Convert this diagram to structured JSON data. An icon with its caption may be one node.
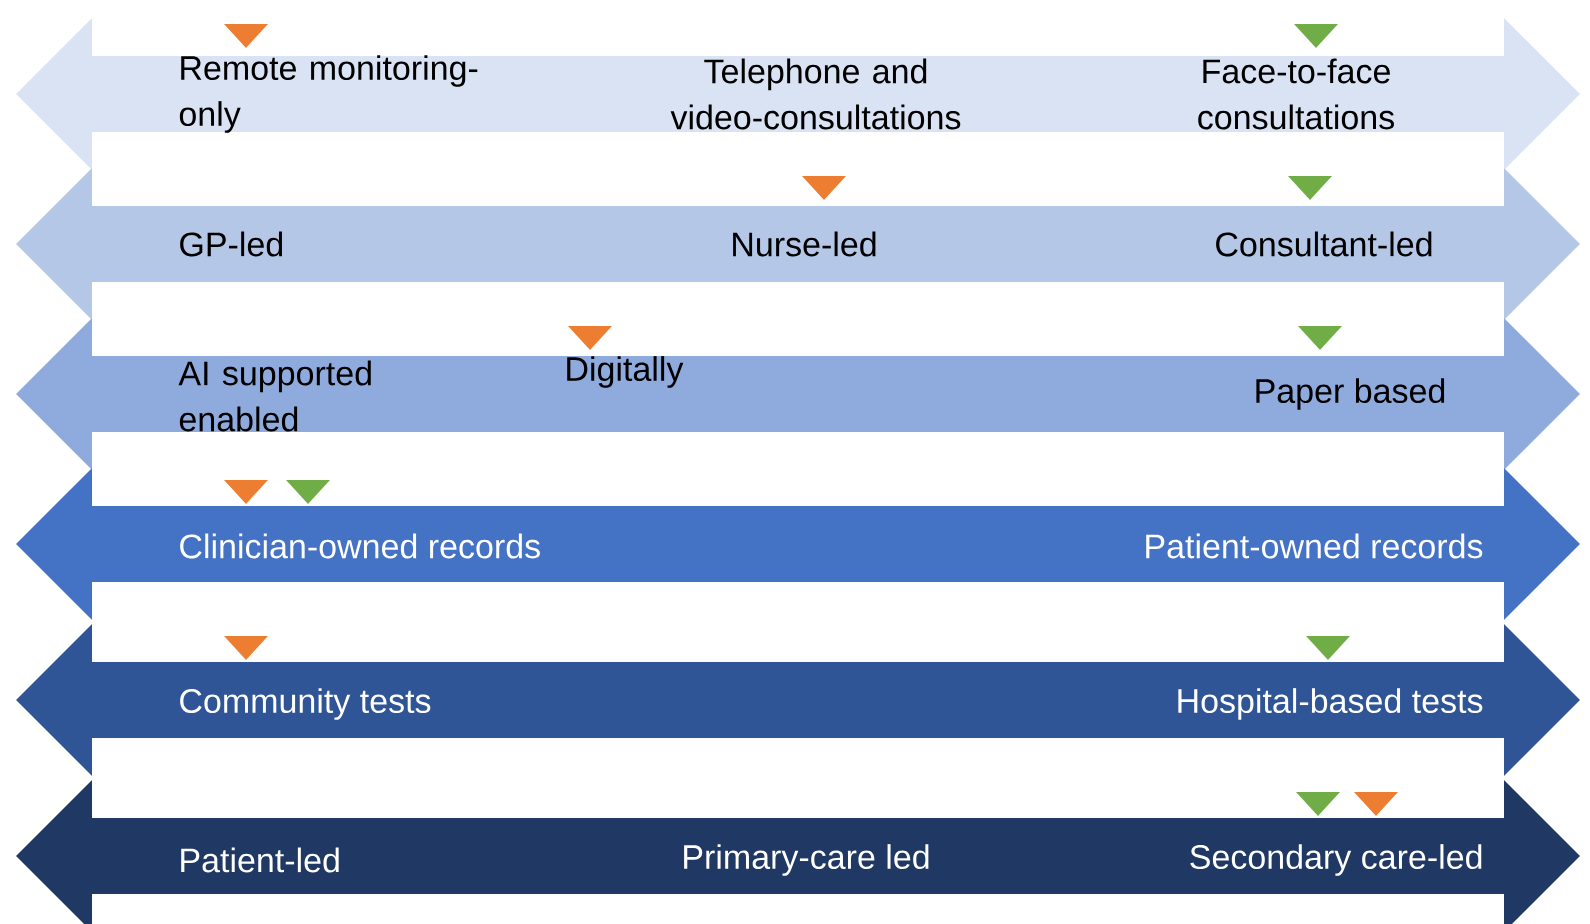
{
  "diagram": {
    "nodes": [
      {
        "text": [
          "Remote monitoring-only",
          "Telephone and video-consultations",
          "Face-to-face consultations"
        ]
      },
      {
        "text": [
          "GP-led",
          "Nurse-led",
          "Consultant-led"
        ]
      },
      {
        "text": [
          "AI supported enabled",
          "Digitally",
          "Paper based"
        ]
      },
      {
        "text": [
          "Clinician-owned records",
          "Patient-owned records"
        ]
      },
      {
        "text": [
          "Community tests",
          "Hospital-based tests"
        ]
      },
      {
        "text": [
          "Patient-led",
          "Primary-care led",
          "Secondary care-led"
        ]
      }
    ]
  }
}
